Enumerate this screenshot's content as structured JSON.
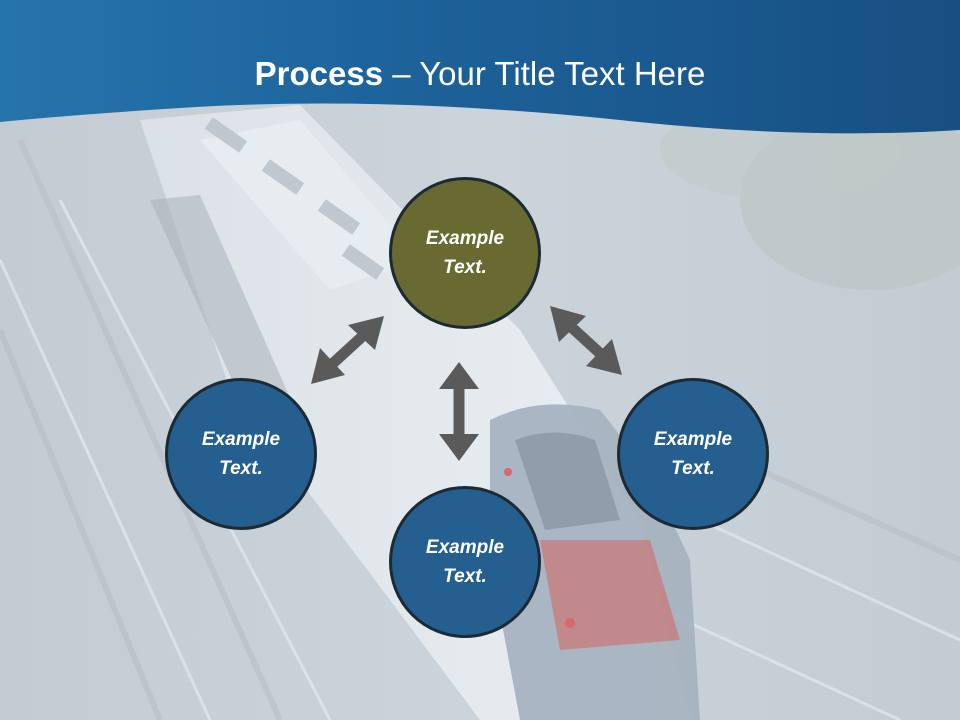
{
  "title": {
    "bold": "Process",
    "rest": " – Your Title Text Here"
  },
  "colors": {
    "header": "#1f5f93",
    "node_blue": "#245f8f",
    "node_olive": "#686a32",
    "arrow": "#5a5a5a"
  },
  "nodes": {
    "top": {
      "line1": "Example",
      "line2": "Text."
    },
    "left": {
      "line1": "Example",
      "line2": "Text."
    },
    "right": {
      "line1": "Example",
      "line2": "Text."
    },
    "bottom": {
      "line1": "Example",
      "line2": "Text."
    }
  }
}
